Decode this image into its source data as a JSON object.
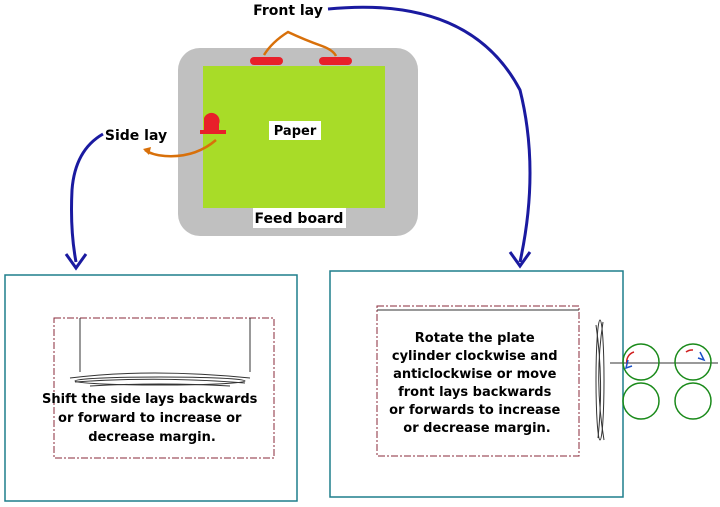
{
  "labels": {
    "front_lay": "Front lay",
    "side_lay": "Side lay",
    "paper": "Paper",
    "feed_board": "Feed board"
  },
  "left_panel": {
    "lines": [
      "Shift the side lays backwards",
      "or forward to increase or",
      "decrease margin."
    ]
  },
  "right_panel": {
    "lines": [
      "Rotate the plate",
      "cylinder clockwise and",
      "anticlockwise or move",
      "front lays backwards",
      "or forwards to increase",
      "or decrease margin."
    ]
  },
  "colors": {
    "feed_board": "#c0c0c0",
    "paper": "#a8dc28",
    "lay_marks": "#e8202a",
    "leader_orange": "#d8700a",
    "arrow_blue": "#1a1aa0",
    "panel_border": "#1e7e8c",
    "sheet_outline": "#8a2a3a",
    "cylinder_green": "#1a8a1a"
  }
}
